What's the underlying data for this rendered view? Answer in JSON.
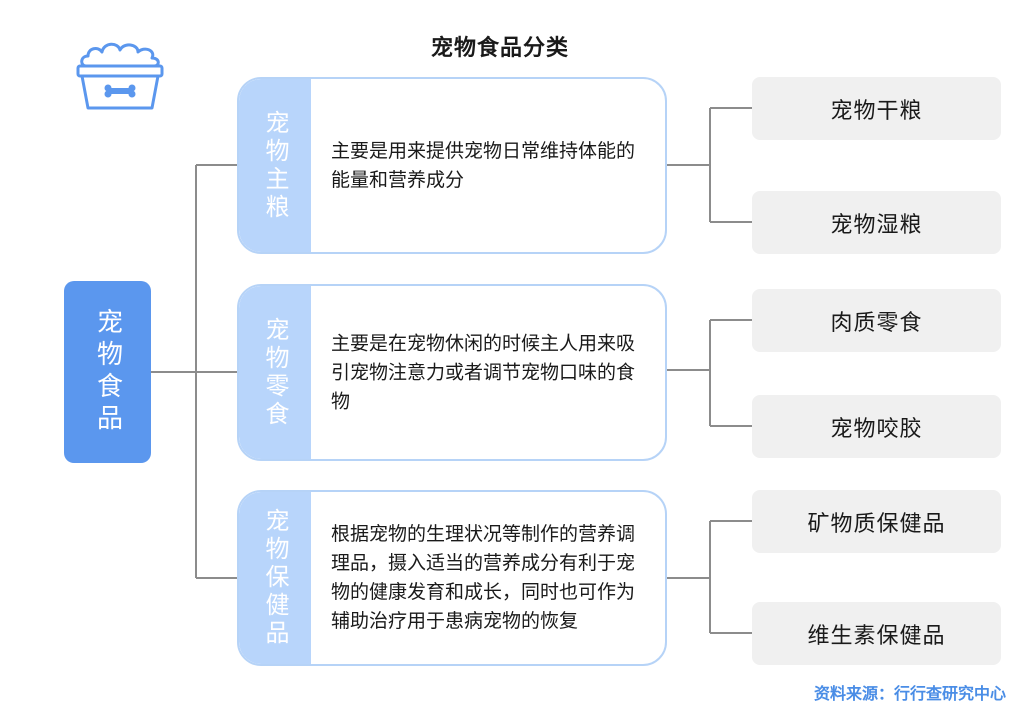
{
  "title": "宠物食品分类",
  "root": {
    "label": "宠物食品",
    "color": "#5b97ee"
  },
  "categories": [
    {
      "label": "宠物主粮",
      "description": "主要是用来提供宠物日常维持体能的能量和营养成分",
      "children": [
        "宠物干粮",
        "宠物湿粮"
      ]
    },
    {
      "label": "宠物零食",
      "description": "主要是在宠物休闲的时候主人用来吸引宠物注意力或者调节宠物口味的食物",
      "children": [
        "肉质零食",
        "宠物咬胶"
      ]
    },
    {
      "label": "宠物保健品",
      "description": "根据宠物的生理状况等制作的营养调理品，摄入适当的营养成分有利于宠物的健康发育和成长，同时也可作为辅助治疗用于患病宠物的恢复",
      "children": [
        "矿物质保健品",
        "维生素保健品"
      ]
    }
  ],
  "source": "资料来源：行行查研究中心",
  "icons": {
    "logo": "pet-food-bowl-icon"
  },
  "colors": {
    "card_border": "#b6d3f7",
    "card_label": "#b8d5fb",
    "leaf_bg": "#f0f0f0",
    "connector": "#8c8c8c",
    "source_text": "#4a8de6"
  }
}
